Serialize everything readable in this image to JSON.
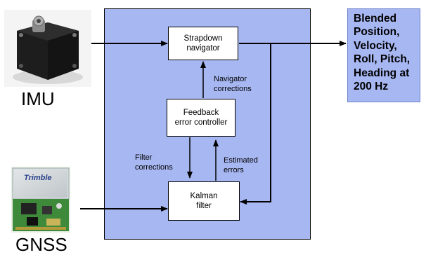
{
  "inputs": {
    "imu_label": "IMU",
    "gnss_label": "GNSS",
    "gnss_brand": "Trimble"
  },
  "blocks": {
    "strapdown": "Strapdown\nnavigator",
    "feedback": "Feedback\nerror controller",
    "kalman": "Kalman\nfilter"
  },
  "edge_labels": {
    "navigator_corrections": "Navigator\ncorrections",
    "filter_corrections": "Filter\ncorrections",
    "estimated_errors": "Estimated\nerrors"
  },
  "output": {
    "text": "Blended\nPosition,\nVelocity,\nRoll, Pitch,\nHeading at\n200 Hz"
  },
  "colors": {
    "panel": "#a7b7f2",
    "output_box": "#a7b7f2"
  }
}
